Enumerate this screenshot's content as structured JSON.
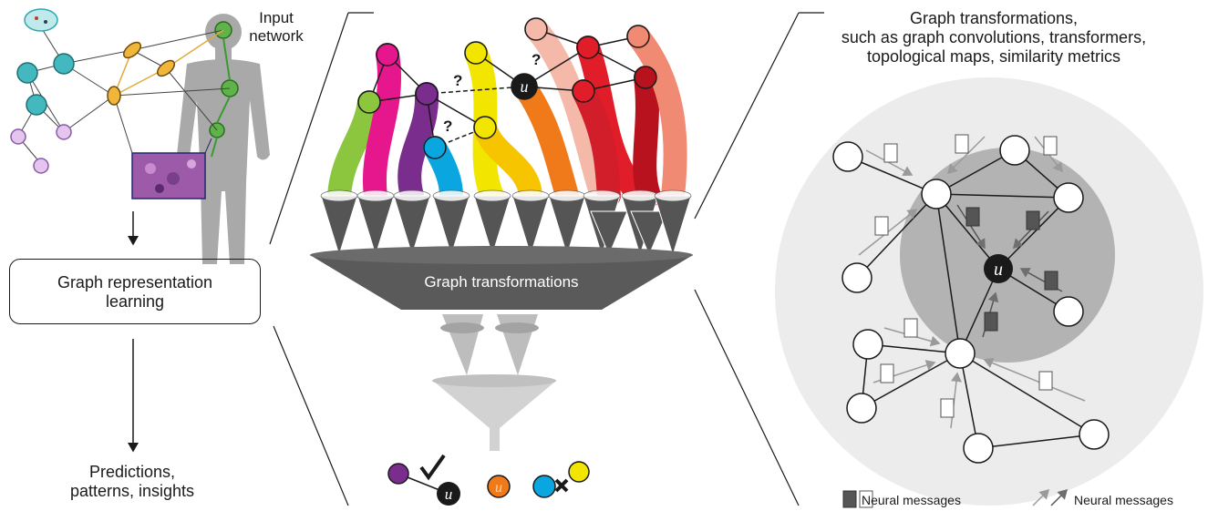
{
  "left": {
    "input_label": "Input\nnetwork",
    "representation_label": "Graph representation\nlearning",
    "predictions_label": "Predictions,\npatterns, insights"
  },
  "center": {
    "funnel_label": "Graph transformations",
    "question_mark": "?",
    "node_symbol": "u"
  },
  "right": {
    "title": "Graph transformations,\nsuch as graph convolutions, transformers,\ntopological maps, similarity metrics",
    "legend_boxes": "Neural messages",
    "legend_arrows": "Neural messages"
  },
  "colors": {
    "purple": "#7b2d8e",
    "green": "#8cc63f",
    "magenta": "#e6178d",
    "blue": "#0aa6e0",
    "yellow": "#f2e600",
    "orange": "#f07a1a",
    "red": "#e21d2a",
    "dark_red": "#b8121f",
    "light_pink": "#f4b9a8",
    "salmon": "#f08a72",
    "funnel_dark": "#555555",
    "funnel_light": "#bdbdbd",
    "outer_circle": "#ececec",
    "inner_circle": "#b0b0b0"
  }
}
